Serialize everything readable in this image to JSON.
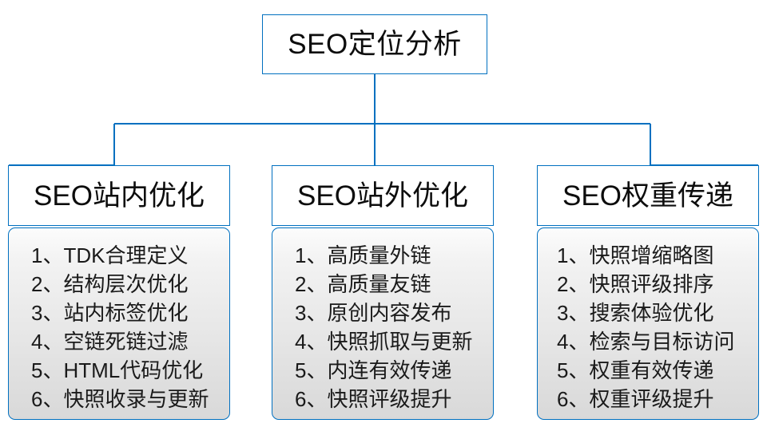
{
  "diagram": {
    "type": "organization-tree",
    "accent_color": "#0070C0",
    "root": {
      "label": "SEO定位分析"
    },
    "branches": [
      {
        "header": "SEO站内优化",
        "items": [
          "1、TDK合理定义",
          "2、结构层次优化",
          "3、站内标签优化",
          "4、空链死链过滤",
          "5、HTML代码优化",
          "6、快照收录与更新"
        ]
      },
      {
        "header": "SEO站外优化",
        "items": [
          "1、高质量外链",
          "2、高质量友链",
          "3、原创内容发布",
          "4、快照抓取与更新",
          "5、内连有效传递",
          "6、快照评级提升"
        ]
      },
      {
        "header": "SEO权重传递",
        "items": [
          "1、快照增缩略图",
          "2、快照评级排序",
          "3、搜索体验优化",
          "4、检索与目标访问",
          "5、权重有效传递",
          "6、权重评级提升"
        ]
      }
    ]
  }
}
